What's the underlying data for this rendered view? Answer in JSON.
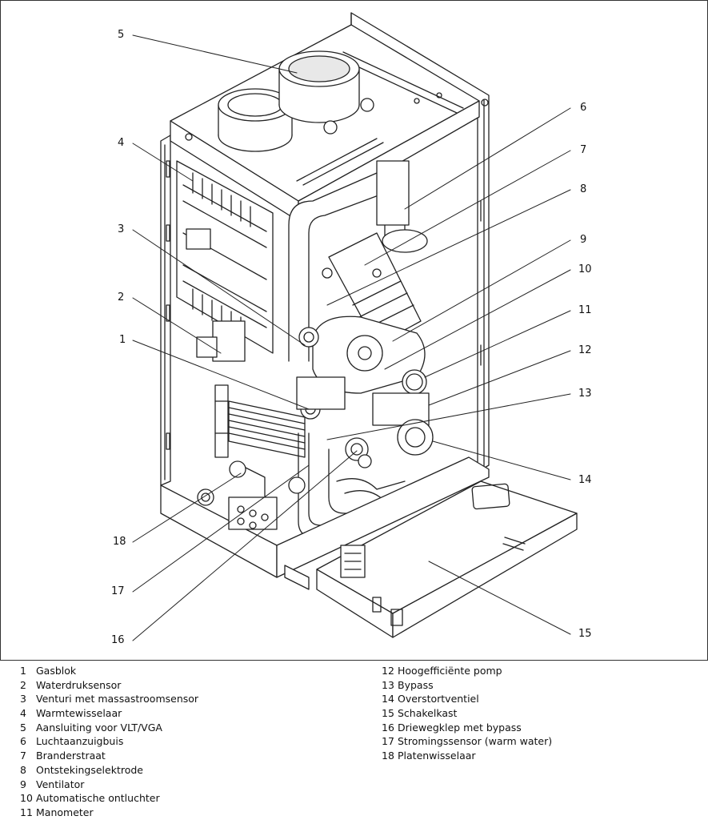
{
  "callouts": [
    {
      "num": "5"
    },
    {
      "num": "4"
    },
    {
      "num": "3"
    },
    {
      "num": "2"
    },
    {
      "num": "1"
    },
    {
      "num": "6"
    },
    {
      "num": "7"
    },
    {
      "num": "8"
    },
    {
      "num": "9"
    },
    {
      "num": "10"
    },
    {
      "num": "11"
    },
    {
      "num": "12"
    },
    {
      "num": "13"
    },
    {
      "num": "14"
    },
    {
      "num": "15"
    },
    {
      "num": "18"
    },
    {
      "num": "17"
    },
    {
      "num": "16"
    }
  ],
  "legend": {
    "left": [
      {
        "num": "1",
        "label": "Gasblok"
      },
      {
        "num": "2",
        "label": "Waterdruksensor"
      },
      {
        "num": "3",
        "label": "Venturi met massastroomsensor"
      },
      {
        "num": "4",
        "label": "Warmtewisselaar"
      },
      {
        "num": "5",
        "label": "Aansluiting voor VLT/VGA"
      },
      {
        "num": "6",
        "label": "Luchtaanzuigbuis"
      },
      {
        "num": "7",
        "label": "Branderstraat"
      },
      {
        "num": "8",
        "label": "Ontstekingselektrode"
      },
      {
        "num": "9",
        "label": "Ventilator"
      },
      {
        "num": "10",
        "label": "Automatische ontluchter"
      },
      {
        "num": "11",
        "label": "Manometer"
      }
    ],
    "right": [
      {
        "num": "12",
        "label": "Hoogefficiënte pomp"
      },
      {
        "num": "13",
        "label": "Bypass"
      },
      {
        "num": "14",
        "label": " Overstortventiel"
      },
      {
        "num": "15",
        "label": "Schakelkast"
      },
      {
        "num": "16",
        "label": "Driewegklep met bypass"
      },
      {
        "num": "17",
        "label": "Stromingssensor (warm water)"
      },
      {
        "num": "18",
        "label": "Platenwisselaar"
      }
    ]
  }
}
